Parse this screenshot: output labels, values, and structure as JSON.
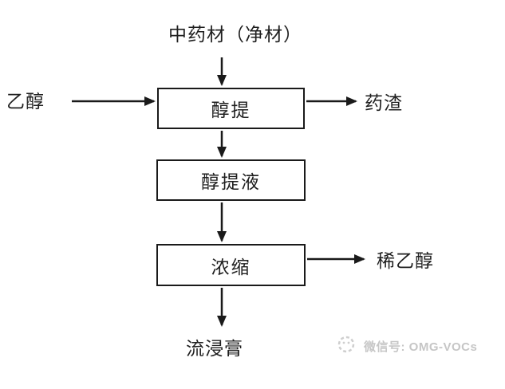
{
  "flowchart": {
    "source_label": "中药材（净材）",
    "nodes": [
      {
        "label": "醇提"
      },
      {
        "label": "醇提液"
      },
      {
        "label": "浓缩"
      }
    ],
    "input_label": "乙醇",
    "outputs": {
      "residue": "药渣",
      "dilute_ethanol": "稀乙醇",
      "final_product": "流浸膏"
    },
    "colors": {
      "line": "#1a1a1a",
      "text": "#1f1f1f",
      "background": "#ffffff",
      "watermark": "#c6c6c6"
    }
  },
  "watermark": {
    "icon": "wechat-icon",
    "text": "微信号: OMG-VOCs"
  }
}
